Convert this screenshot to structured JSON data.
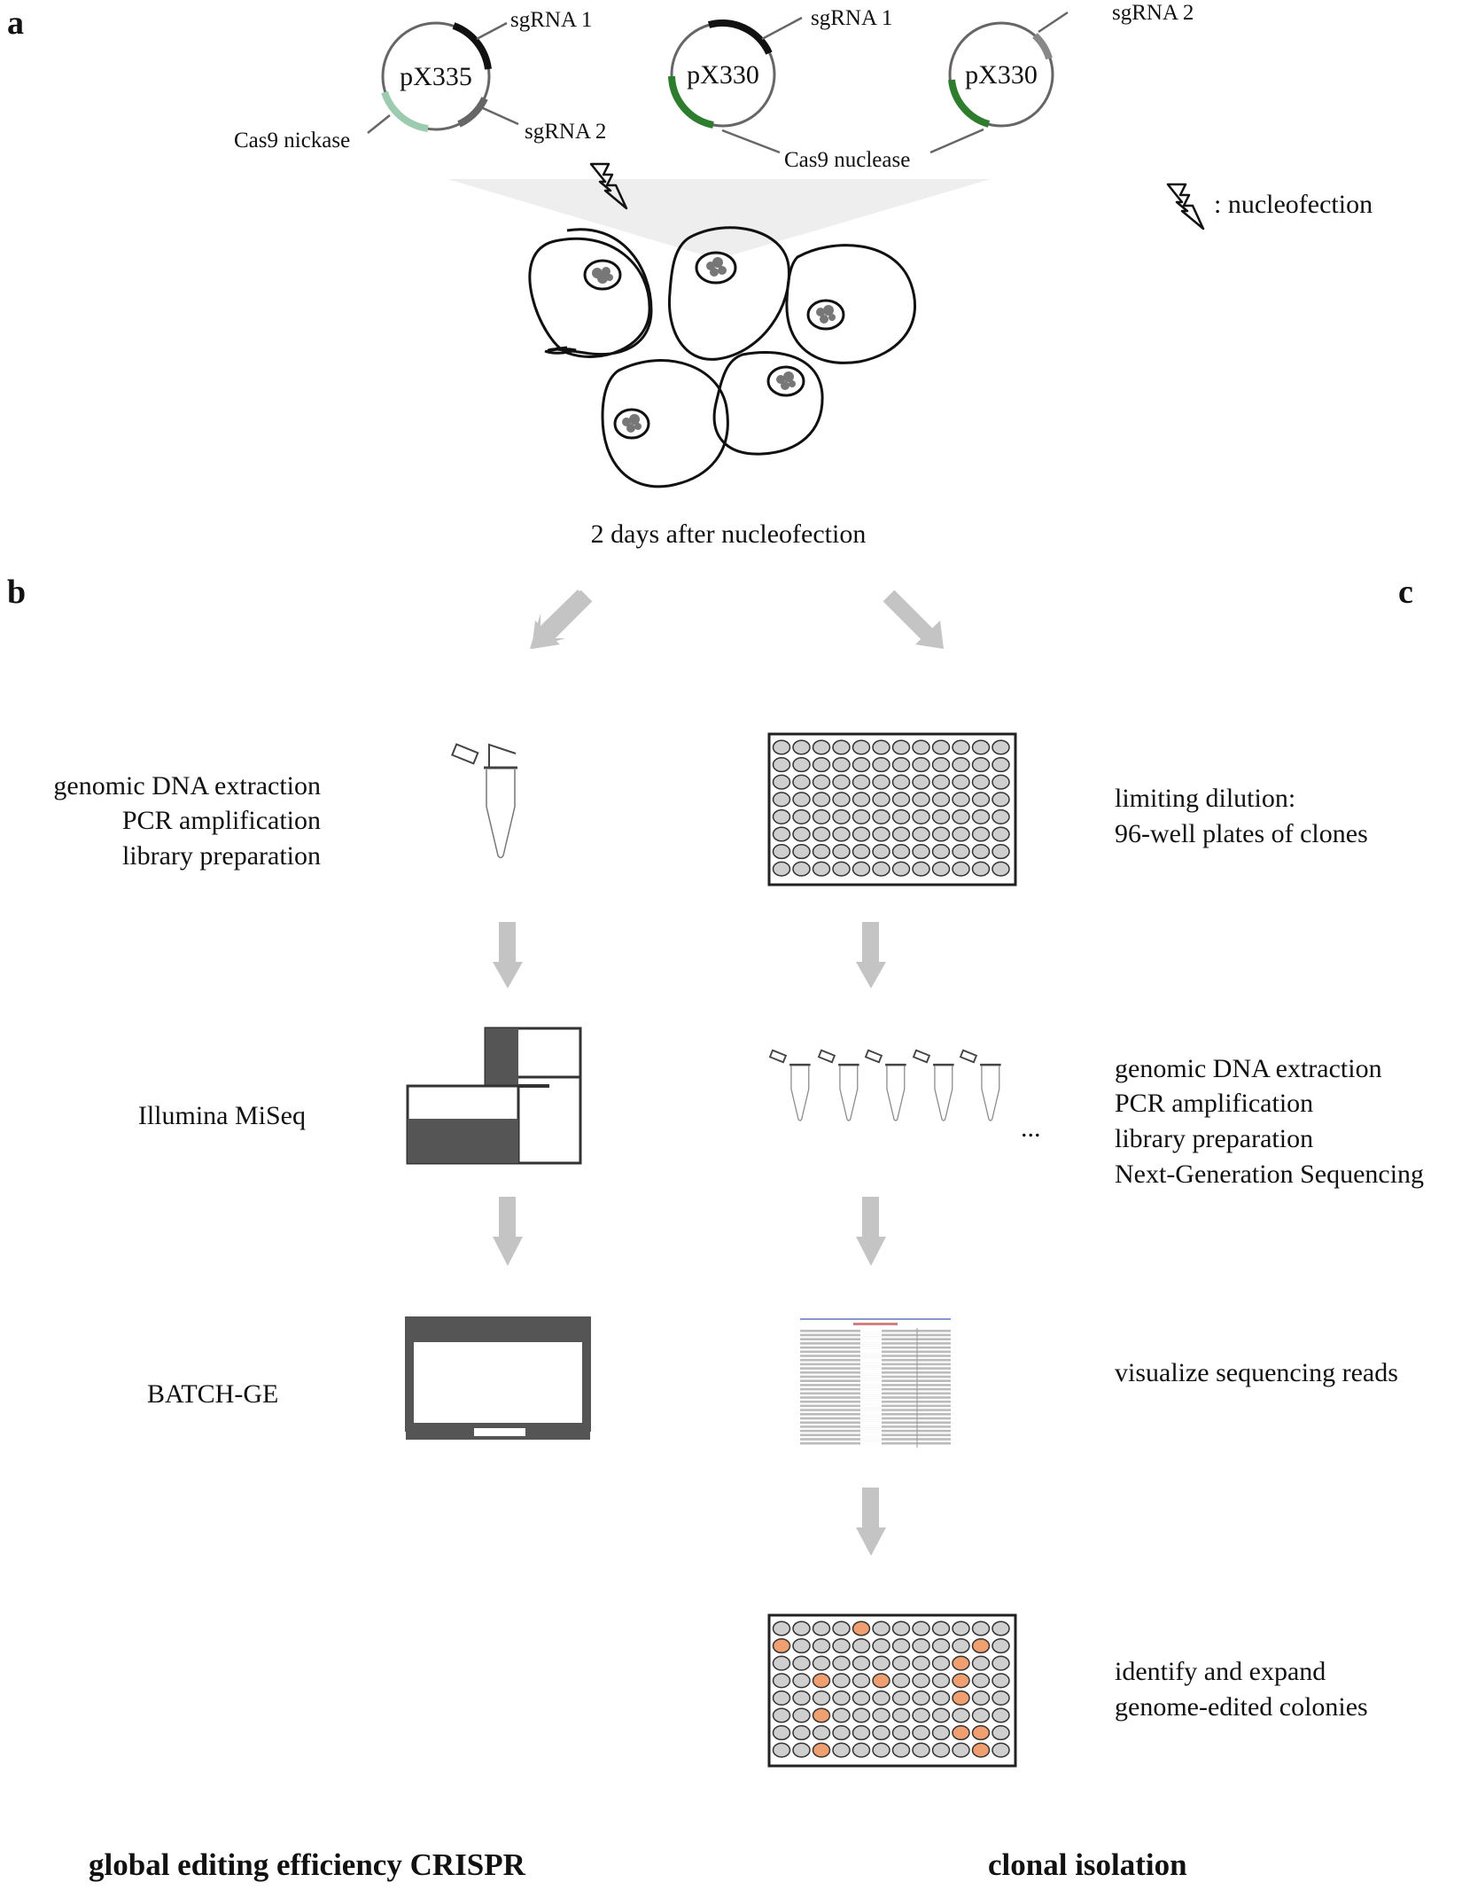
{
  "panel_labels": {
    "a": "a",
    "b": "b",
    "c": "c"
  },
  "plasmids": {
    "px335": {
      "name": "pX335",
      "sgrna1": "sgRNA 1",
      "sgrna2": "sgRNA 2",
      "cas9": "Cas9 nickase"
    },
    "px330_left": {
      "name": "pX330",
      "sgrna1": "sgRNA 1"
    },
    "px330_right": {
      "name": "pX330",
      "sgrna2": "sgRNA 2"
    },
    "cas9_nuclease": "Cas9 nuclease"
  },
  "legend": {
    "nucleofection": ": nucleofection"
  },
  "timepoint": "2 days after nucleofection",
  "left_steps": {
    "step1_line1": "genomic DNA extraction",
    "step1_line2": "PCR amplification",
    "step1_line3": "library preparation",
    "step2": "Illumina MiSeq",
    "step3": "BATCH-GE"
  },
  "right_steps": {
    "step1_line1": "limiting dilution:",
    "step1_line2": "96-well plates of clones",
    "step2_line1": "genomic DNA extraction",
    "step2_line2": "PCR amplification",
    "step2_line3": "library preparation",
    "step2_line4": "Next-Generation Sequencing",
    "step3": "visualize sequencing reads",
    "step4_line1": "identify and expand",
    "step4_line2": "genome-edited colonies",
    "ellipsis": "..."
  },
  "footer": {
    "left_title": "global editing efficiency CRISPR",
    "right_title": "clonal isolation"
  },
  "colors": {
    "cas9_nickase": "#9ccbb0",
    "cas9_nuclease": "#2e7d2e",
    "arrow": "#c4c4c4",
    "well": "#cfcfcf",
    "edited_well": "#f0a070",
    "dark_fill": "#555555"
  },
  "plate": {
    "rows": 8,
    "cols": 12
  },
  "edited_wells": [
    [
      0,
      4
    ],
    [
      1,
      0
    ],
    [
      1,
      10
    ],
    [
      2,
      9
    ],
    [
      3,
      2
    ],
    [
      3,
      5
    ],
    [
      3,
      9
    ],
    [
      4,
      9
    ],
    [
      5,
      2
    ],
    [
      6,
      9
    ],
    [
      6,
      10
    ],
    [
      7,
      2
    ],
    [
      7,
      10
    ]
  ]
}
